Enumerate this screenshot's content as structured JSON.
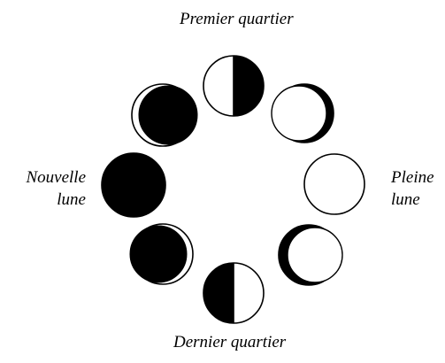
{
  "labels": {
    "top": "Premier quartier",
    "bottom": "Dernier quartier",
    "left_line1": "Nouvelle",
    "left_line2": "lune",
    "right_line1": "Pleine",
    "right_line2": "lune"
  },
  "phases": [
    {
      "name": "premier-quartier",
      "illumination": 0.5,
      "lit_side": "left"
    },
    {
      "name": "gibbeuse-croissante",
      "illumination": 0.85,
      "lit_side": "left"
    },
    {
      "name": "pleine-lune",
      "illumination": 1.0,
      "lit_side": "none"
    },
    {
      "name": "gibbeuse-decroissante",
      "illumination": 0.85,
      "lit_side": "right"
    },
    {
      "name": "dernier-quartier",
      "illumination": 0.5,
      "lit_side": "right"
    },
    {
      "name": "dernier-croissant",
      "illumination": 0.08,
      "lit_side": "right"
    },
    {
      "name": "nouvelle-lune",
      "illumination": 0.0,
      "lit_side": "none"
    },
    {
      "name": "premier-croissant",
      "illumination": 0.08,
      "lit_side": "left"
    }
  ],
  "colors": {
    "dark": "#000000",
    "light": "#ffffff",
    "outline": "#000000"
  }
}
